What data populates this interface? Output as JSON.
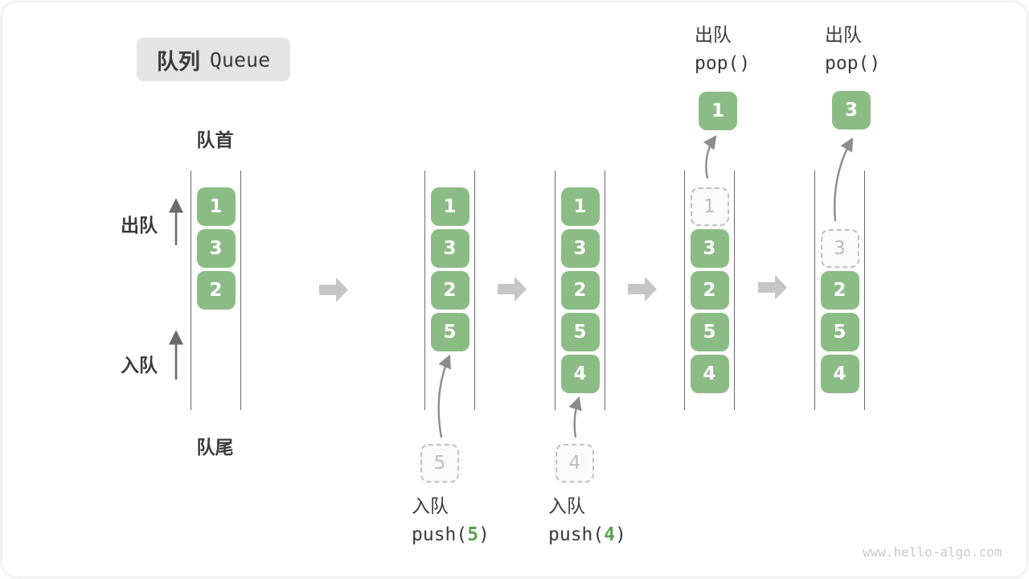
{
  "title": {
    "zh": "队列",
    "en": "Queue"
  },
  "queue_labels": {
    "front": "队首",
    "rear": "队尾",
    "dequeue": "出队",
    "enqueue": "入队"
  },
  "states": [
    {
      "cells": [
        "1",
        "3",
        "2"
      ]
    },
    {
      "cells": [
        "1",
        "3",
        "2",
        "5"
      ],
      "staged": "5",
      "op": {
        "zh": "入队",
        "fn": "push(",
        "arg": "5",
        "close": ")"
      }
    },
    {
      "cells": [
        "1",
        "3",
        "2",
        "5",
        "4"
      ],
      "staged": "4",
      "op": {
        "zh": "入队",
        "fn": "push(",
        "arg": "4",
        "close": ")"
      }
    },
    {
      "removed": "1",
      "cells": [
        "3",
        "2",
        "5",
        "4"
      ],
      "popped": "1",
      "op": {
        "zh": "出队",
        "fn": "pop()"
      }
    },
    {
      "removed": "3",
      "cells": [
        "2",
        "5",
        "4"
      ],
      "popped": "3",
      "op": {
        "zh": "出队",
        "fn": "pop()"
      }
    }
  ],
  "icons": {
    "step_arrow": "block-right-arrow",
    "direction_arrow": "thin-up-arrow",
    "move_arrow": "curved-up-arrow"
  },
  "colors": {
    "cell_green": "#8CBC85",
    "code_arg_green": "#5FA052",
    "title_bg": "#E4E4E4",
    "text_dark": "#3B3B3B",
    "dashed_gray": "#C0C0C0",
    "queue_line": "#6A6A6A",
    "block_arrow": "#C6C6C6",
    "move_arrow": "#8C8C8C",
    "watermark_gray": "#C9C9C9"
  },
  "watermark": "www.hello-algo.com"
}
